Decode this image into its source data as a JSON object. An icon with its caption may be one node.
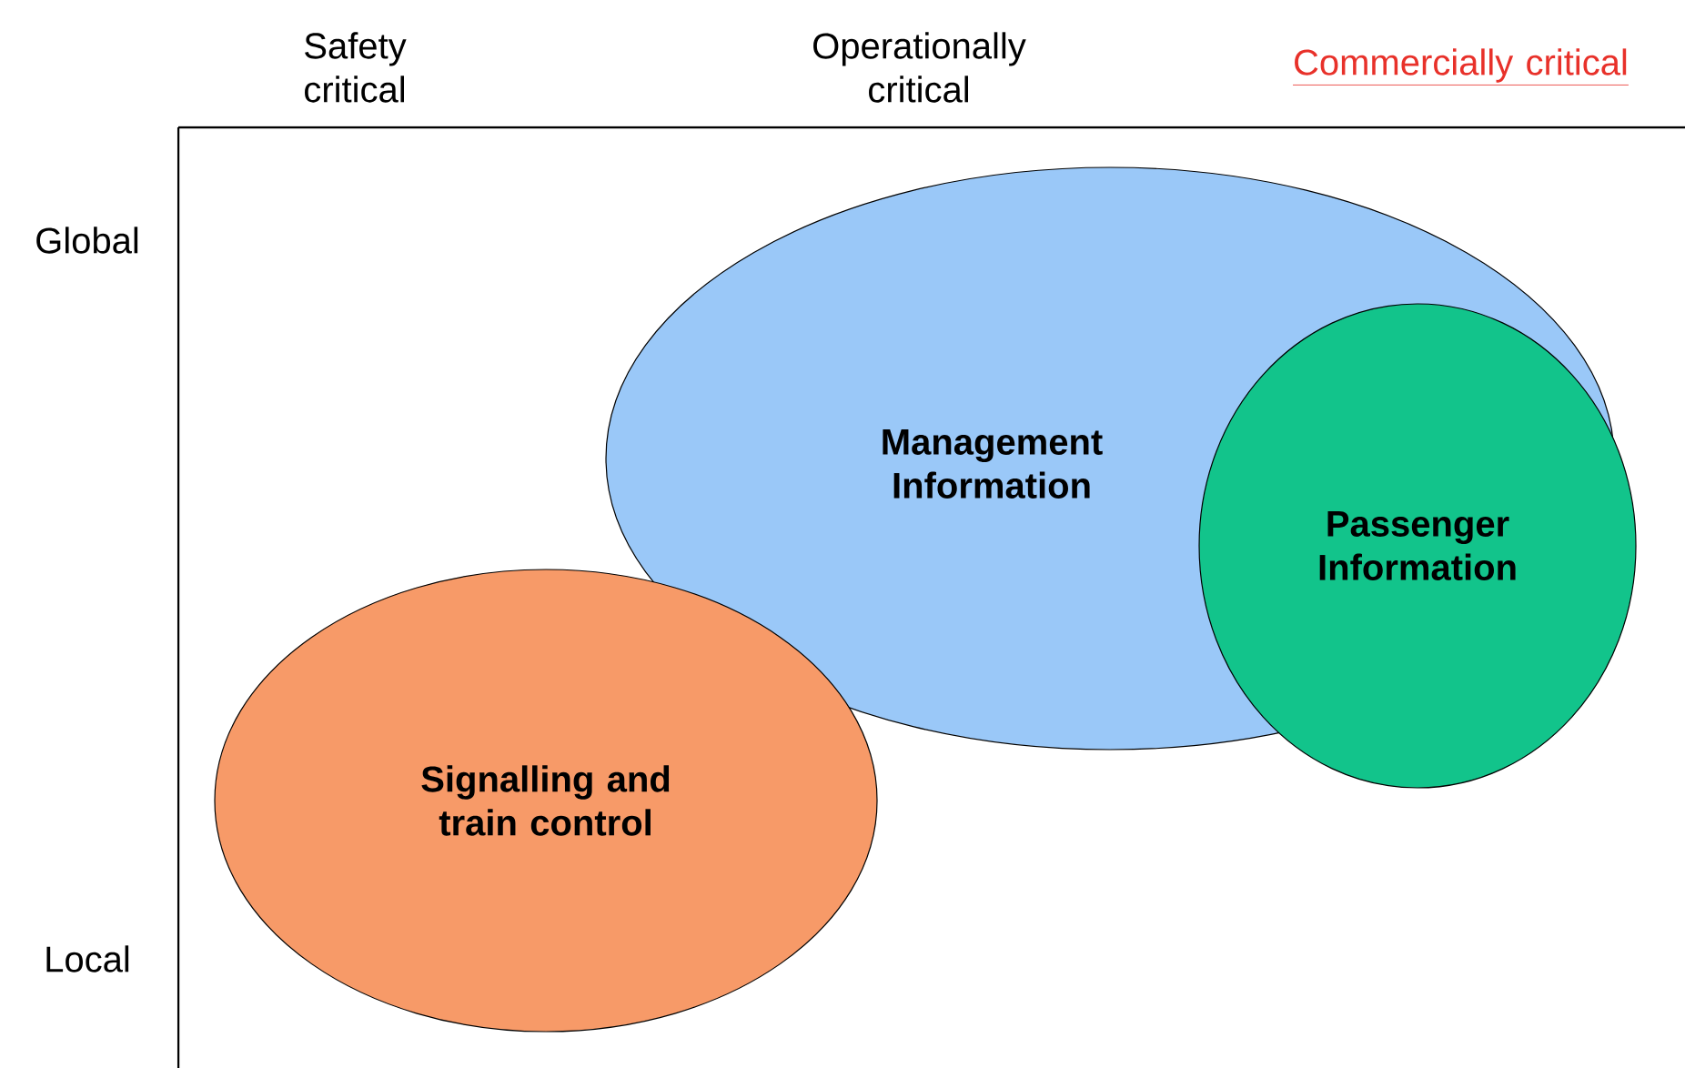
{
  "diagram": {
    "nodes": [
      {
        "text": [
          "Management Information"
        ]
      },
      {
        "text": [
          "Passenger Information"
        ]
      },
      {
        "text": [
          "Signalling and train control"
        ]
      }
    ],
    "labels": [
      "Safety critical",
      "Operationally critical",
      "Commercially critical",
      "Global",
      "Local"
    ]
  }
}
